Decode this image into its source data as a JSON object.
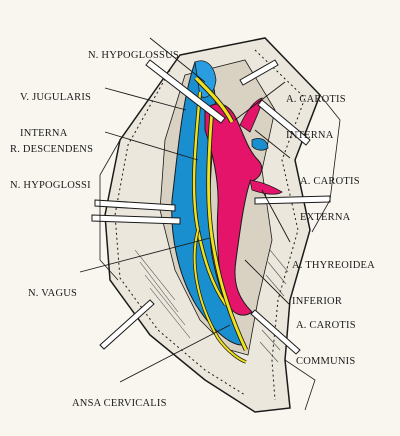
{
  "labels": {
    "hypoglossus": "N. HYPOGLOSSUS",
    "jugularis_1": "V. JUGULARIS",
    "jugularis_2": "INTERNA",
    "descendens_1": "R. DESCENDENS",
    "descendens_2": "N. HYPOGLOSSI",
    "carotis_int_1": "A. CAROTIS",
    "carotis_int_2": "INTERNA",
    "carotis_ext_1": "A. CAROTIS",
    "carotis_ext_2": "EXTERNA",
    "thyreoidea_1": "A. THYREOIDEA",
    "thyreoidea_2": "INFERIOR",
    "vagus": "N. VAGUS",
    "carotis_comm_1": "A. CAROTIS",
    "carotis_comm_2": "COMMUNIS",
    "ansa": "ANSA CERVICALIS"
  },
  "colors": {
    "artery": "#e3146a",
    "vein": "#1a8fd0",
    "nerve": "#f2e21a",
    "wound_fill": "#e8e4da",
    "ink": "#1a1a1a",
    "background": "#f9f6ef"
  }
}
